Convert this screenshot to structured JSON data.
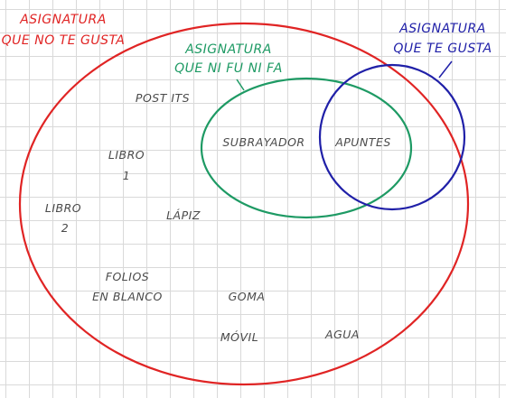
{
  "sets": {
    "disliked": {
      "line1": "ASIGNATURA",
      "line2": "QUE NO TE GUSTA",
      "color": "#e02424"
    },
    "neutral": {
      "line1": "ASIGNATURA",
      "line2": "QUE NI FU NI FA",
      "color": "#1e9a64"
    },
    "liked": {
      "line1": "ASIGNATURA",
      "line2": "QUE TE GUSTA",
      "color": "#2020a8"
    }
  },
  "items": {
    "post_its": "POST ITS",
    "libro1_line1": "LIBRO",
    "libro1_line2": "1",
    "libro2_line1": "LIBRO",
    "libro2_line2": "2",
    "lapiz": "LÁPIZ",
    "folios_line1": "FOLIOS",
    "folios_line2": "EN BLANCO",
    "goma": "GOMA",
    "movil": "MÓVIL",
    "agua": "AGUA",
    "subrayador": "SUBRAYADOR",
    "apuntes": "APUNTES"
  },
  "text_color": "#4a4a4a"
}
